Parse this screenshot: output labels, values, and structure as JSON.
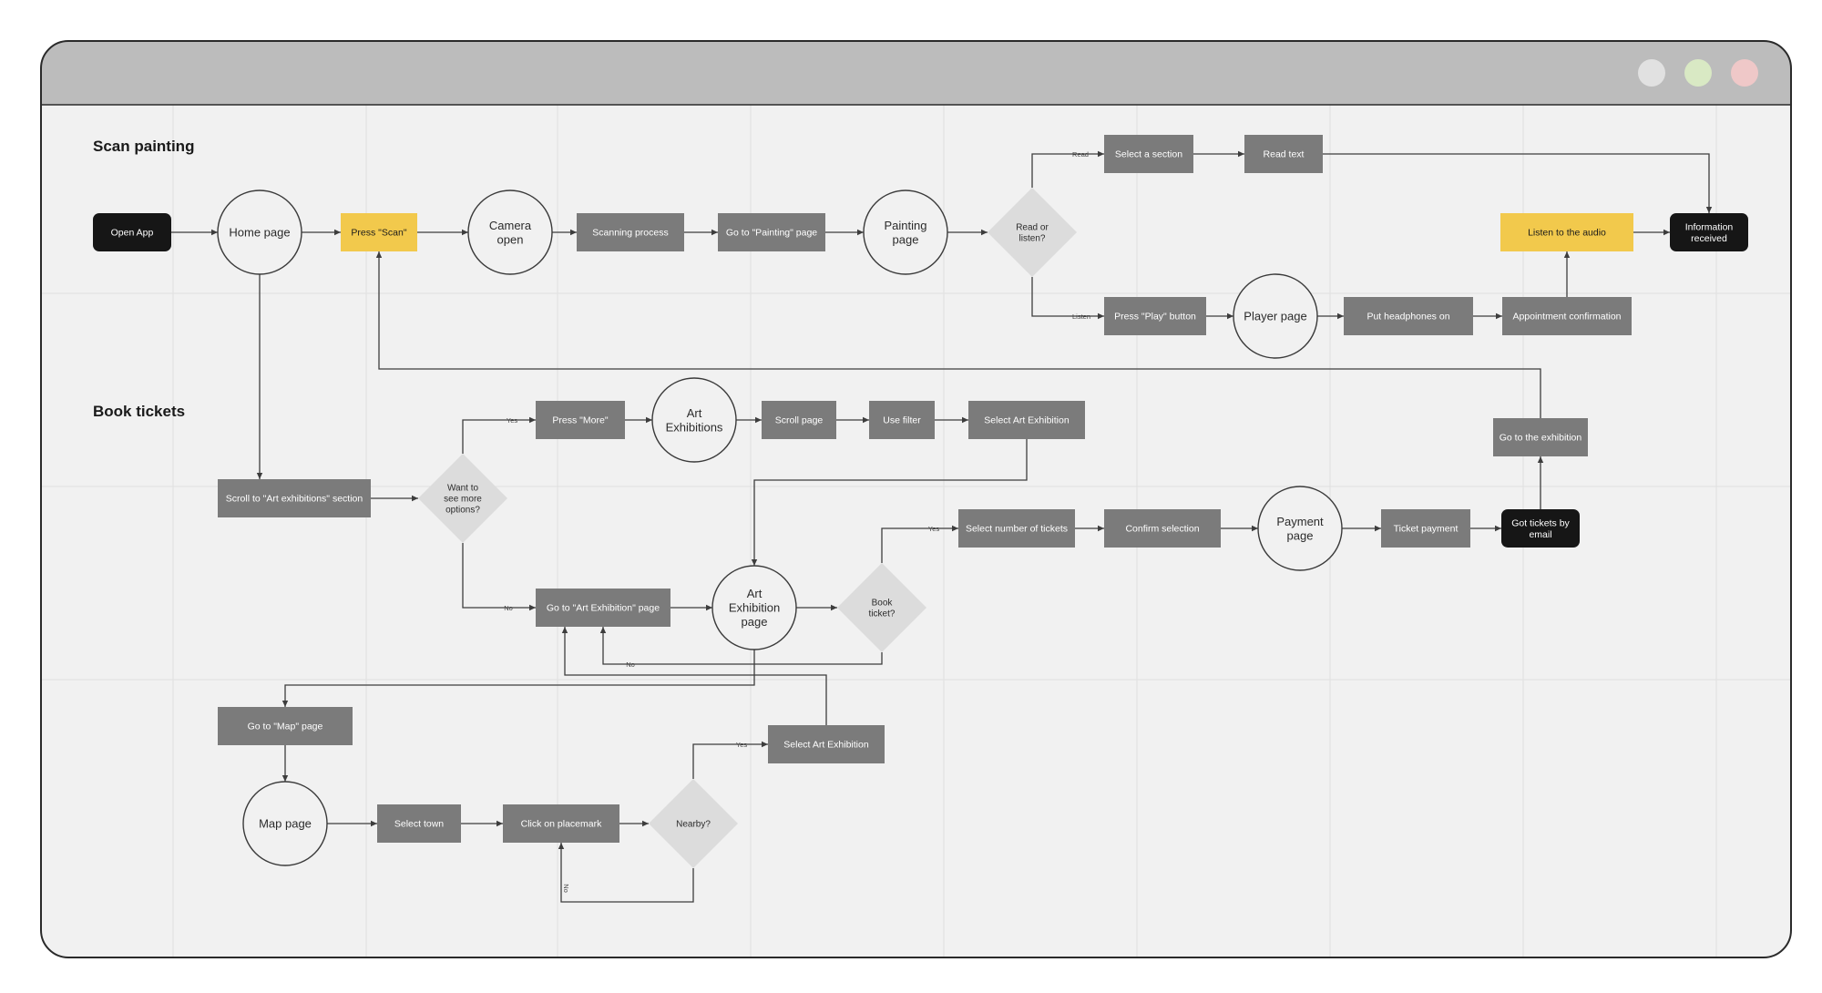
{
  "window": {
    "controls": [
      {
        "name": "window-control-gray",
        "color": "#e1e1e1"
      },
      {
        "name": "window-control-green",
        "color": "#d9e9c4"
      },
      {
        "name": "window-control-pink",
        "color": "#efc8c8"
      }
    ]
  },
  "colors": {
    "titlebar": "#bcbcbc",
    "canvas": "#f1f1f1",
    "process": "#7b7b7b",
    "terminal": "#161616",
    "highlight": "#f2c94c",
    "decision": "#dcdcdc",
    "grid": "#e0e0e0",
    "line": "#3d3d3d"
  },
  "sections": {
    "scan": "Scan painting",
    "book": "Book tickets"
  },
  "nodes": {
    "open_app": [
      "Open App"
    ],
    "home_page": [
      "Home page"
    ],
    "press_scan": [
      "Press \"Scan\""
    ],
    "camera_open": [
      "Camera",
      "open"
    ],
    "scanning_process": [
      "Scanning process"
    ],
    "go_painting_page": [
      "Go to \"Painting\" page"
    ],
    "painting_page": [
      "Painting",
      "page"
    ],
    "read_or_listen": [
      "Read or",
      "listen?"
    ],
    "select_section": [
      "Select a section"
    ],
    "read_text": [
      "Read text"
    ],
    "information_received": [
      "Information",
      "received"
    ],
    "listen_audio": [
      "Listen to the audio"
    ],
    "press_play": [
      "Press \"Play\" button"
    ],
    "player_page": [
      "Player page"
    ],
    "put_headphones": [
      "Put headphones on"
    ],
    "appointment_confirmation": [
      "Appointment confirmation"
    ],
    "go_to_exhibition": [
      "Go to the exhibition"
    ],
    "scroll_art_exhibitions": [
      "Scroll to \"Art exhibitions\" section"
    ],
    "want_more_options": [
      "Want to",
      "see more",
      "options?"
    ],
    "press_more": [
      "Press \"More\""
    ],
    "art_exhibitions": [
      "Art",
      "Exhibitions"
    ],
    "scroll_page": [
      "Scroll page"
    ],
    "use_filter": [
      "Use filter"
    ],
    "select_art_exhibition_top": [
      "Select Art Exhibition"
    ],
    "go_art_exhibition_page": [
      "Go to \"Art Exhibition\" page"
    ],
    "art_exhibition_page": [
      "Art",
      "Exhibition",
      "page"
    ],
    "book_ticket": [
      "Book",
      "ticket?"
    ],
    "select_number_tickets": [
      "Select number of tickets"
    ],
    "confirm_selection": [
      "Confirm selection"
    ],
    "payment_page": [
      "Payment",
      "page"
    ],
    "ticket_payment": [
      "Ticket payment"
    ],
    "got_tickets": [
      "Got tickets by",
      "email"
    ],
    "go_map_page": [
      "Go to \"Map\" page"
    ],
    "map_page": [
      "Map page"
    ],
    "select_town": [
      "Select town"
    ],
    "click_placemark": [
      "Click on placemark"
    ],
    "nearby": [
      "Nearby?"
    ],
    "select_art_exhibition_bottom": [
      "Select Art Exhibition"
    ]
  },
  "edge_labels": {
    "read": "Read",
    "listen": "Listen",
    "yes_more": "Yes",
    "no_more": "No",
    "yes_book": "Yes",
    "no_book": "No",
    "yes_nearby": "Yes",
    "no_nearby": "No"
  }
}
